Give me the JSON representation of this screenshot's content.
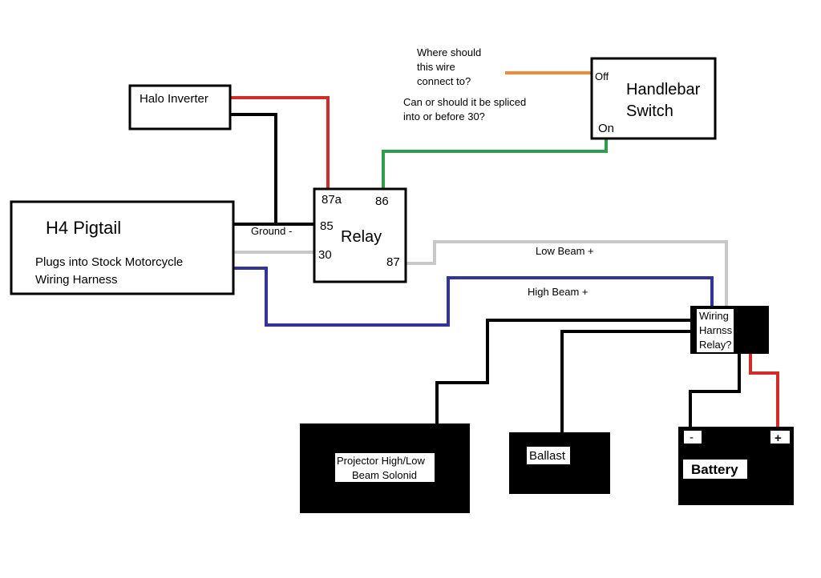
{
  "question": {
    "line1": "Where should",
    "line2": "this wire",
    "line3": "connect to?",
    "line4": "Can or should it be spliced",
    "line5": "into or before 30?"
  },
  "handlebar_switch": {
    "title_line1": "Handlebar",
    "title_line2": "Switch",
    "off_label": "Off",
    "on_label": "On"
  },
  "halo_inverter": {
    "label": "Halo Inverter"
  },
  "relay": {
    "label": "Relay",
    "pin_87a": "87a",
    "pin_86": "86",
    "pin_85": "85",
    "pin_30": "30",
    "pin_87": "87"
  },
  "h4_pigtail": {
    "title": "H4 Pigtail",
    "desc_line1": "Plugs into Stock Motorcycle",
    "desc_line2": "Wiring Harness"
  },
  "wire_labels": {
    "ground": "Ground -",
    "low_beam": "Low Beam +",
    "high_beam": "High Beam +"
  },
  "wiring_harness_relay": {
    "line1": "Wiring",
    "line2": "Harnss",
    "line3": "Relay?"
  },
  "projector": {
    "line1": "Projector High/Low",
    "line2": "Beam Solonid"
  },
  "ballast": {
    "label": "Ballast"
  },
  "battery": {
    "label": "Battery",
    "neg": "-",
    "pos": "+"
  },
  "colors": {
    "red": "#d22b2b",
    "green": "#2e9e4a",
    "orange": "#ef8a3a",
    "gray": "#c8c8c8",
    "blue": "#333399",
    "black": "#000000"
  }
}
